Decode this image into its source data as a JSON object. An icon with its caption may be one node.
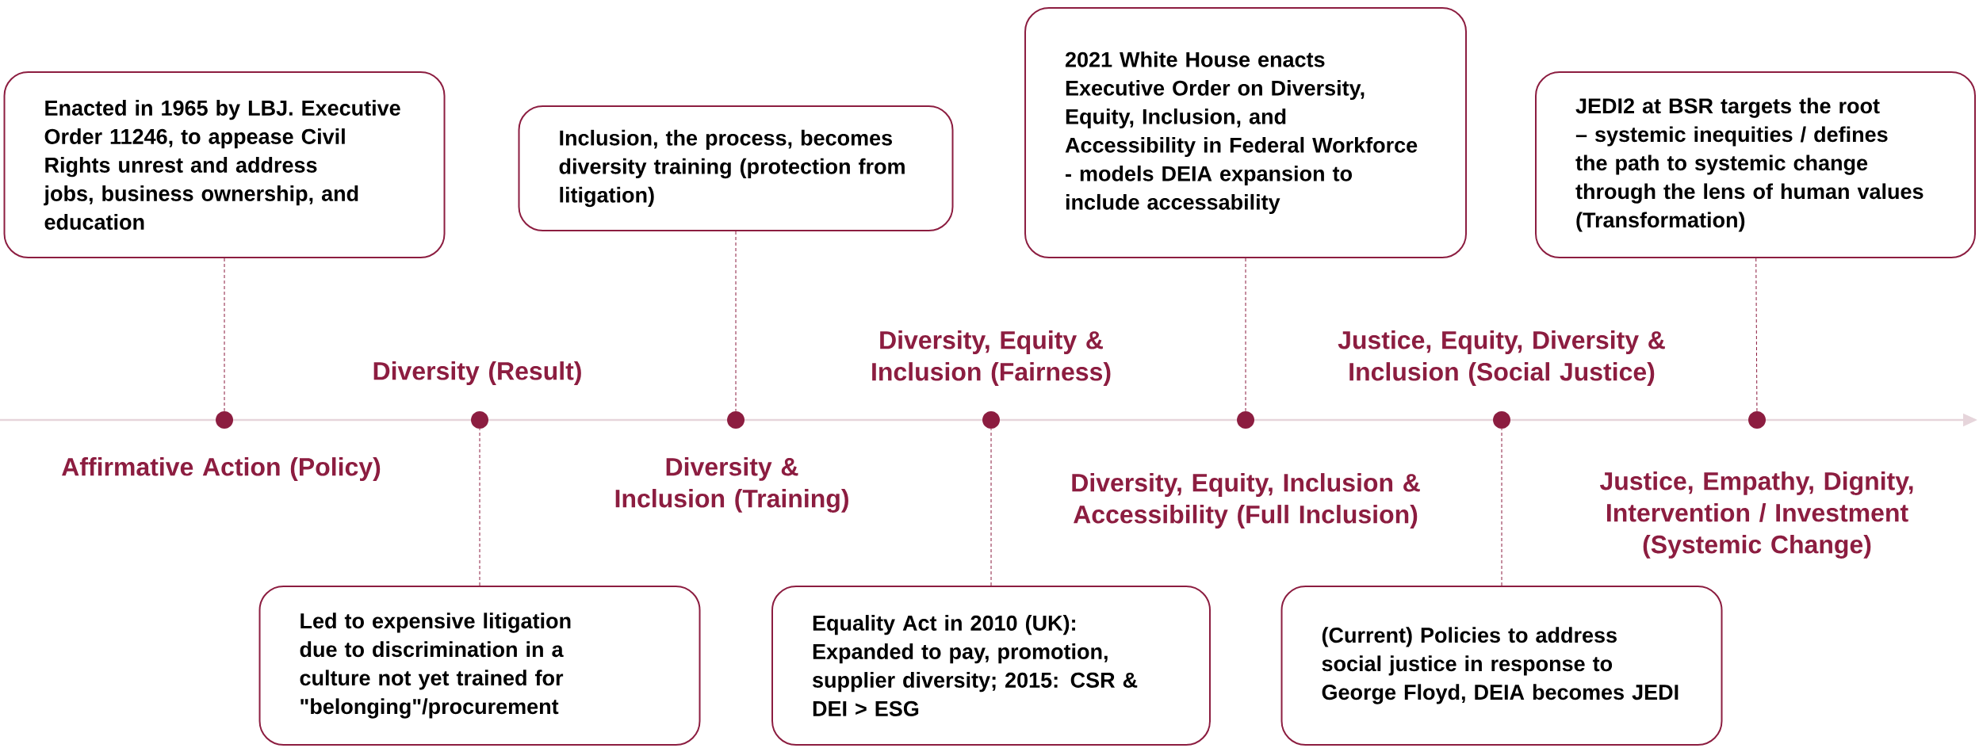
{
  "diagram": {
    "nodes": [
      {
        "text": [
          "Enacted in 1965 by LBJ. Executive Order 11246, to appease Civil Rights unrest and address jobs, business ownership, and education"
        ]
      },
      {
        "text": [
          "Led to expensive litigation due to discrimination in a culture not yet trained for \"belonging\"/procurement"
        ]
      },
      {
        "text": [
          "Inclusion, the process, becomes diversity training (protection from litigation)"
        ]
      },
      {
        "text": [
          "Equality Act in 2010 (UK): Expanded to pay, promotion, supplier diversity; 2015: CSR & DEI > ESG"
        ]
      },
      {
        "text": [
          "2021 White House enacts Executive Order on Diversity, Equity, Inclusion, and Accessibility in Federal Workforce - models DEIA expansion to include accessability"
        ]
      },
      {
        "text": [
          "(Current) Policies to address social justice in response to George Floyd, DEIA becomes JEDI"
        ]
      },
      {
        "text": [
          "JEDI2 at BSR targets the root – systemic inequities / defines the path to systemic change through the lens of human values (Transformation)"
        ]
      },
      {
        "text": [],
        "shape": "circle",
        "beside": [
          "Affirmative Action (Policy)"
        ]
      },
      {
        "text": [],
        "shape": "circle",
        "beside": [
          "Diversity (Result)"
        ]
      },
      {
        "text": [],
        "shape": "circle",
        "beside": [
          "Diversity & Inclusion (Training)"
        ]
      },
      {
        "text": [],
        "shape": "circle",
        "beside": [
          "Diversity, Equity & Inclusion (Fairness)"
        ]
      },
      {
        "text": [],
        "shape": "circle",
        "beside": [
          "Diversity, Equity, Inclusion & Accessibility (Full Inclusion)"
        ]
      },
      {
        "text": [],
        "shape": "circle",
        "beside": [
          "Justice, Equity, Diversity & Inclusion (Social Justice)"
        ]
      },
      {
        "text": [],
        "shape": "circle",
        "beside": [
          "Justice, Empathy, Dignity, Intervention / Investment (Systemic Change)"
        ]
      }
    ],
    "edges": [
      {
        "from": 0,
        "to": 7,
        "arrow": "none",
        "style": "dashed"
      },
      {
        "from": 1,
        "to": 8,
        "arrow": "none",
        "style": "dashed"
      },
      {
        "from": 2,
        "to": 9,
        "arrow": "none",
        "style": "dashed"
      },
      {
        "from": 3,
        "to": 10,
        "arrow": "none",
        "style": "dashed"
      },
      {
        "from": 4,
        "to": 11,
        "arrow": "none",
        "style": "dashed"
      },
      {
        "from": 5,
        "to": 12,
        "arrow": "none",
        "style": "dashed"
      },
      {
        "from": 6,
        "to": 13,
        "arrow": "none",
        "style": "dashed"
      }
    ]
  }
}
